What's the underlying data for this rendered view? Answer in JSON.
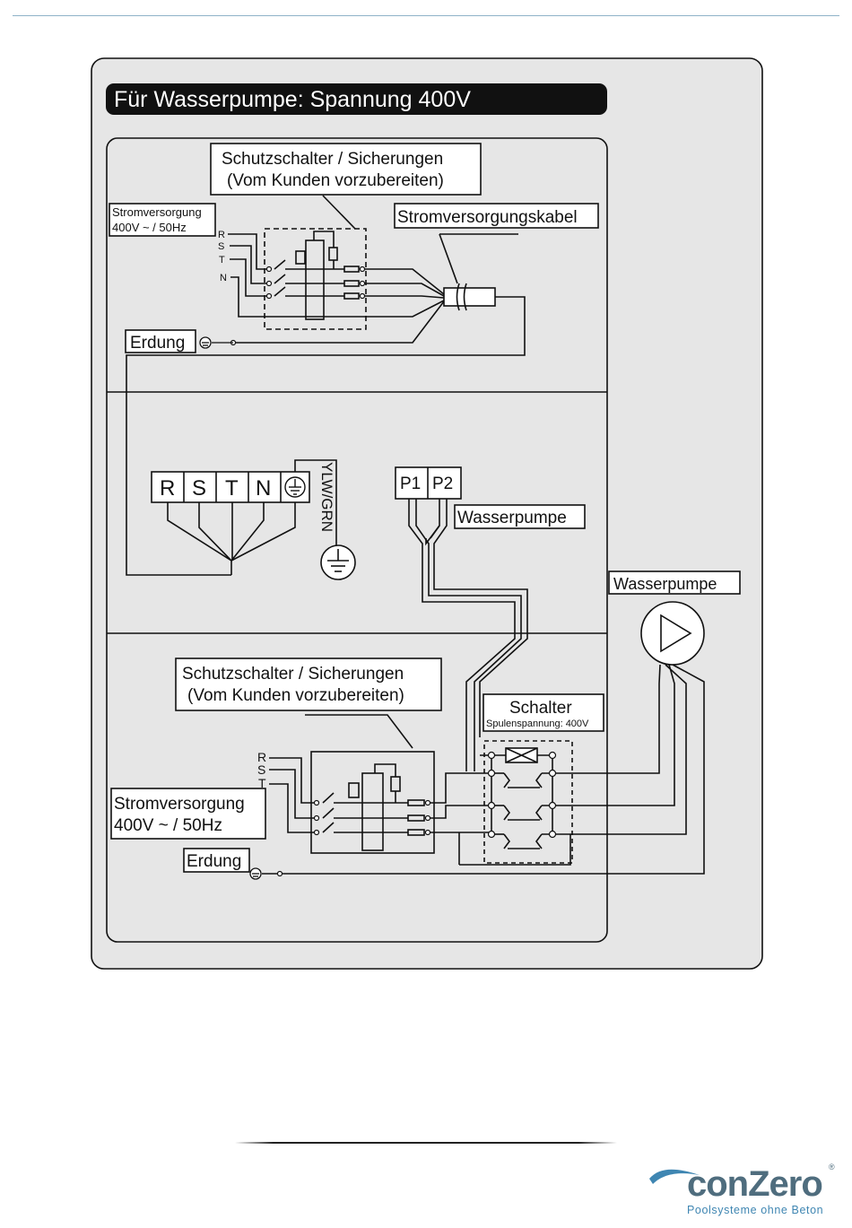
{
  "title": "Für Wasserpumpe: Spannung 400V",
  "top_panel": {
    "breaker_label_line1": "Schutzschalter / Sicherungen",
    "breaker_label_line2": "(Vom Kunden vorzubereiten)",
    "supply_line1": "Stromversorgung",
    "supply_line2": "400V ~ / 50Hz",
    "phases": [
      "R",
      "S",
      "T",
      "N"
    ],
    "cable_label": "Stromversorgungskabel",
    "earth_label": "Erdung"
  },
  "middle_panel": {
    "terminals": [
      "R",
      "S",
      "T",
      "N"
    ],
    "ground_wire_label": "YLW/GRN",
    "pump_terminals": [
      "P1",
      "P2"
    ],
    "pump_terminal_label": "Wasserpumpe"
  },
  "pump_label": "Wasserpumpe",
  "bottom_panel": {
    "breaker_label_line1": "Schutzschalter / Sicherungen",
    "breaker_label_line2": "(Vom Kunden vorzubereiten)",
    "supply_line1": "Stromversorgung",
    "supply_line2": "400V ~ / 50Hz",
    "phases": [
      "R",
      "S",
      "T"
    ],
    "earth_label": "Erdung",
    "switch_title": "Schalter",
    "switch_sub": "Spulenspannung: 400V"
  },
  "logo": {
    "word": "conZero",
    "tagline": "Poolsysteme ohne Beton",
    "registered": "®",
    "colors": {
      "dark": "#4f6d7e",
      "accent": "#3f86b2"
    }
  },
  "colors": {
    "panel_bg": "#e6e6e6",
    "line": "#111111",
    "title_bg": "#111111",
    "title_fg": "#ffffff"
  }
}
